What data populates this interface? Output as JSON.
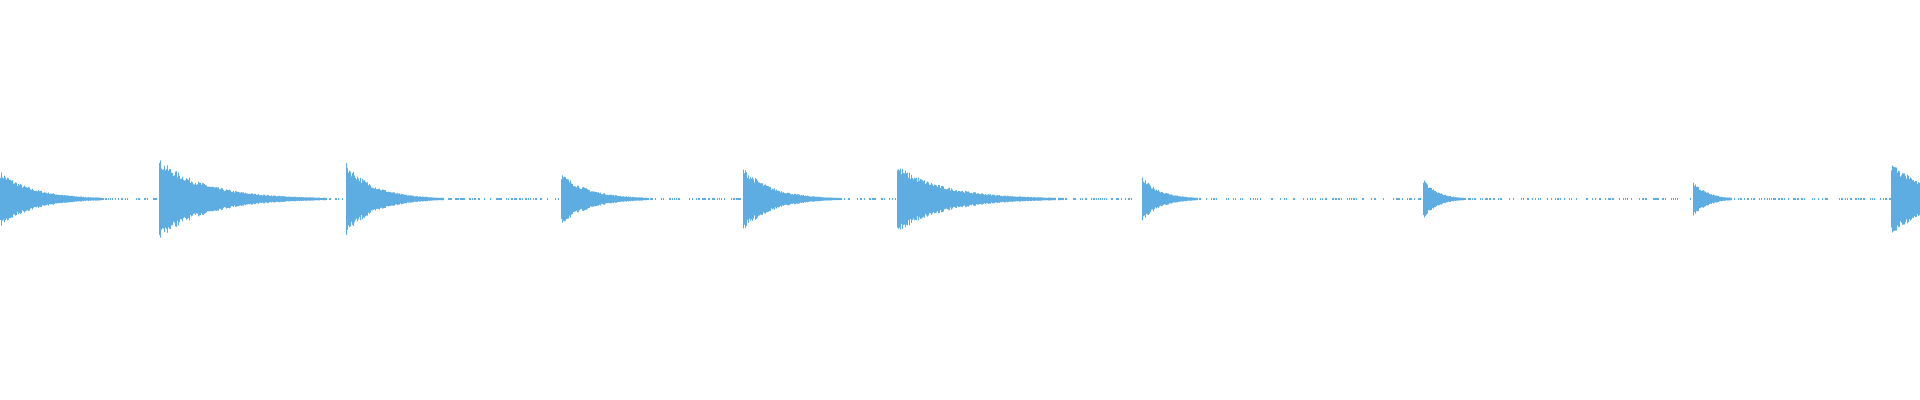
{
  "chart_data": {
    "type": "waveform",
    "color": "#5dade2",
    "background": "#ffffff",
    "amplitude_range": [
      -1,
      1
    ],
    "events": [
      {
        "onset": 0.0,
        "peak": 0.14,
        "decay": 0.028
      },
      {
        "onset": 0.083,
        "peak": 0.2,
        "decay": 0.04,
        "echo": {
          "offset": 0.017,
          "peak": 0.07
        }
      },
      {
        "onset": 0.18,
        "peak": 0.18,
        "decay": 0.024
      },
      {
        "onset": 0.292,
        "peak": 0.13,
        "decay": 0.024
      },
      {
        "onset": 0.387,
        "peak": 0.16,
        "decay": 0.024
      },
      {
        "onset": 0.467,
        "peak": 0.17,
        "decay": 0.04
      },
      {
        "onset": 0.595,
        "peak": 0.11,
        "decay": 0.016
      },
      {
        "onset": 0.741,
        "peak": 0.1,
        "decay": 0.012
      },
      {
        "onset": 0.882,
        "peak": 0.09,
        "decay": 0.012
      },
      {
        "onset": 0.985,
        "peak": 0.19,
        "decay": 0.03,
        "echo": {
          "offset": 0.007,
          "peak": 0.13
        }
      }
    ],
    "noise_floor": 0.005
  }
}
